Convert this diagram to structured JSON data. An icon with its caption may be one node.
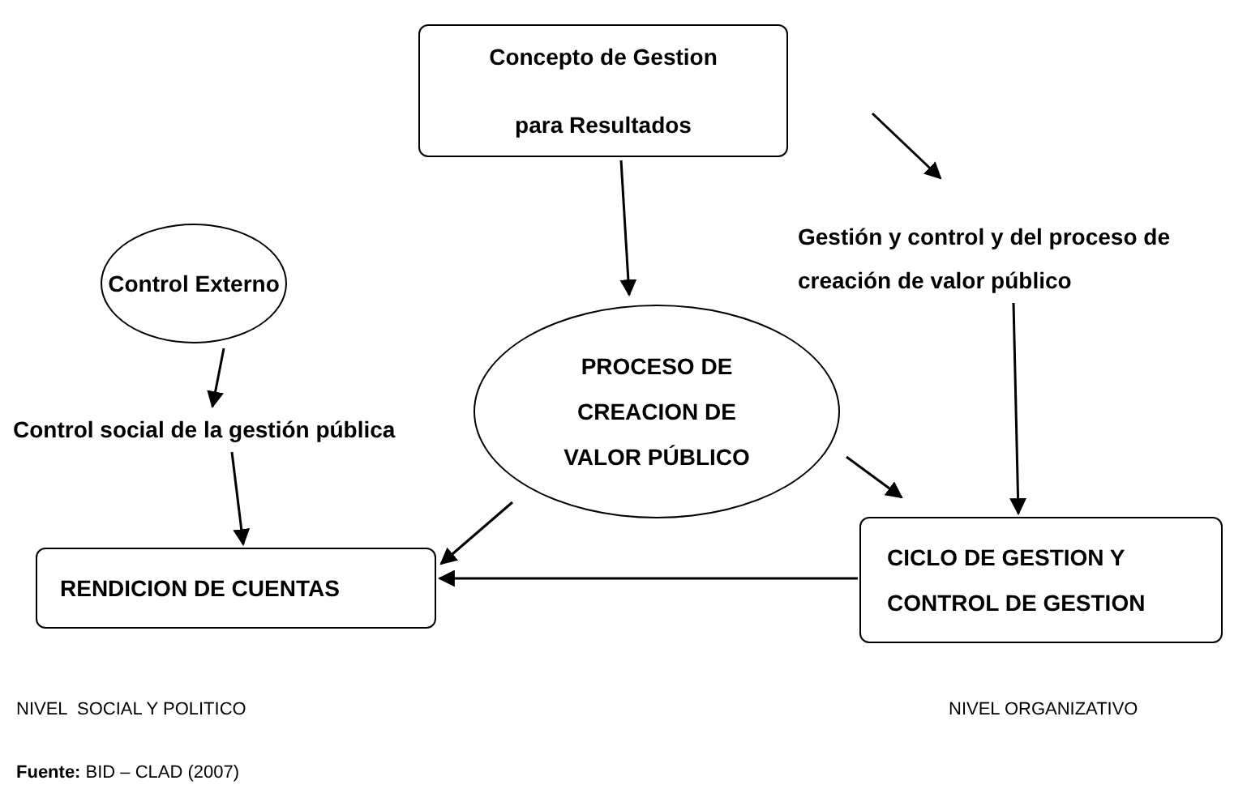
{
  "diagram": {
    "caption": "**Fuente:** BID – CLAD (2007)",
    "nodes": [
      {
        "text": [
          "Concepto de Gestion para Resultados"
        ]
      },
      {
        "text": [
          "Control Externo"
        ]
      },
      {
        "text": [
          "PROCESO DE CREACION DE VALOR PÚBLICO"
        ]
      },
      {
        "text": [
          "Gestión y control y del proceso de creación de valor público"
        ]
      },
      {
        "text": [
          "Control social de la gestión pública"
        ]
      },
      {
        "text": [
          "RENDICION DE CUENTAS"
        ]
      },
      {
        "text": [
          "CICLO DE GESTION Y CONTROL DE GESTION"
        ]
      }
    ],
    "edges": [
      {
        "from": 0,
        "to": 2,
        "arrow": "to"
      },
      {
        "from": 0,
        "to": 3,
        "arrow": "to"
      },
      {
        "from": 3,
        "to": 6,
        "arrow": "to"
      },
      {
        "from": 1,
        "to": 4,
        "arrow": "to"
      },
      {
        "from": 4,
        "to": 5,
        "arrow": "to"
      },
      {
        "from": 2,
        "to": 5,
        "arrow": "to"
      },
      {
        "from": 2,
        "to": 6,
        "arrow": "to"
      },
      {
        "from": 6,
        "to": 5,
        "arrow": "to"
      }
    ],
    "labels": [
      "NIVEL  SOCIAL Y POLITICO",
      "NIVEL ORGANIZATIVO"
    ]
  }
}
